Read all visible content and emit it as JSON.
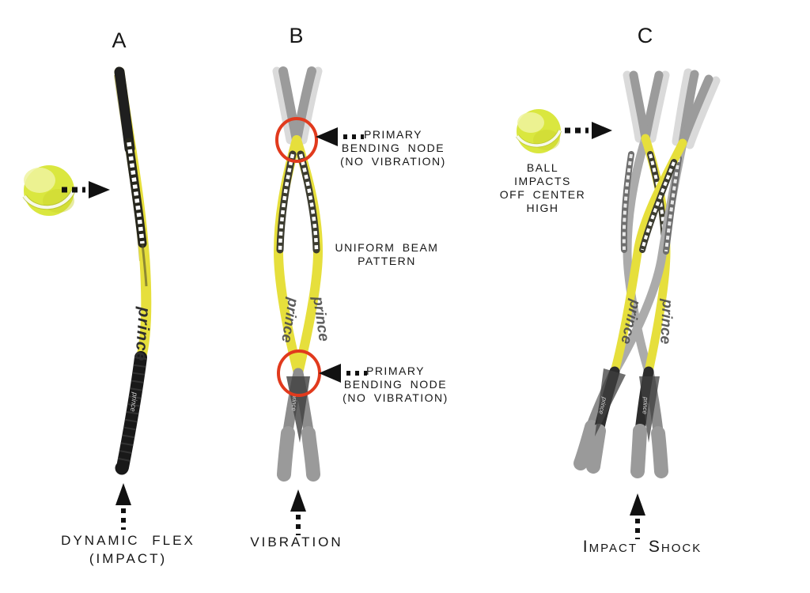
{
  "figure_labels": {
    "a": "A",
    "b": "B",
    "c": "C"
  },
  "captions": {
    "dynamic_flex": [
      "DYNAMIC FLEX",
      "(IMPACT)"
    ],
    "vibration": "VIBRATION",
    "impact_shock": "Impact Shock"
  },
  "annotations": {
    "bending_node_top": [
      "PRIMARY",
      "BENDING NODE",
      "(NO VIBRATION)"
    ],
    "bending_node_bottom": [
      "PRIMARY",
      "BENDING NODE",
      "(NO VIBRATION)"
    ],
    "uniform_beam": [
      "UNIFORM BEAM",
      "PATTERN"
    ],
    "ball_impact": [
      "BALL",
      "IMPACTS",
      "OFF CENTER",
      "HIGH"
    ]
  },
  "racket_brand": "prince",
  "colors": {
    "ball_yellow": "#dae73f",
    "ball_highlight": "#eef3a0",
    "racket_yellow": "#e6df3c",
    "ghost_gray": "#9b9b9b",
    "grip_black": "#191919",
    "node_circle_red": "#e13a1d",
    "ink": "#161616"
  }
}
